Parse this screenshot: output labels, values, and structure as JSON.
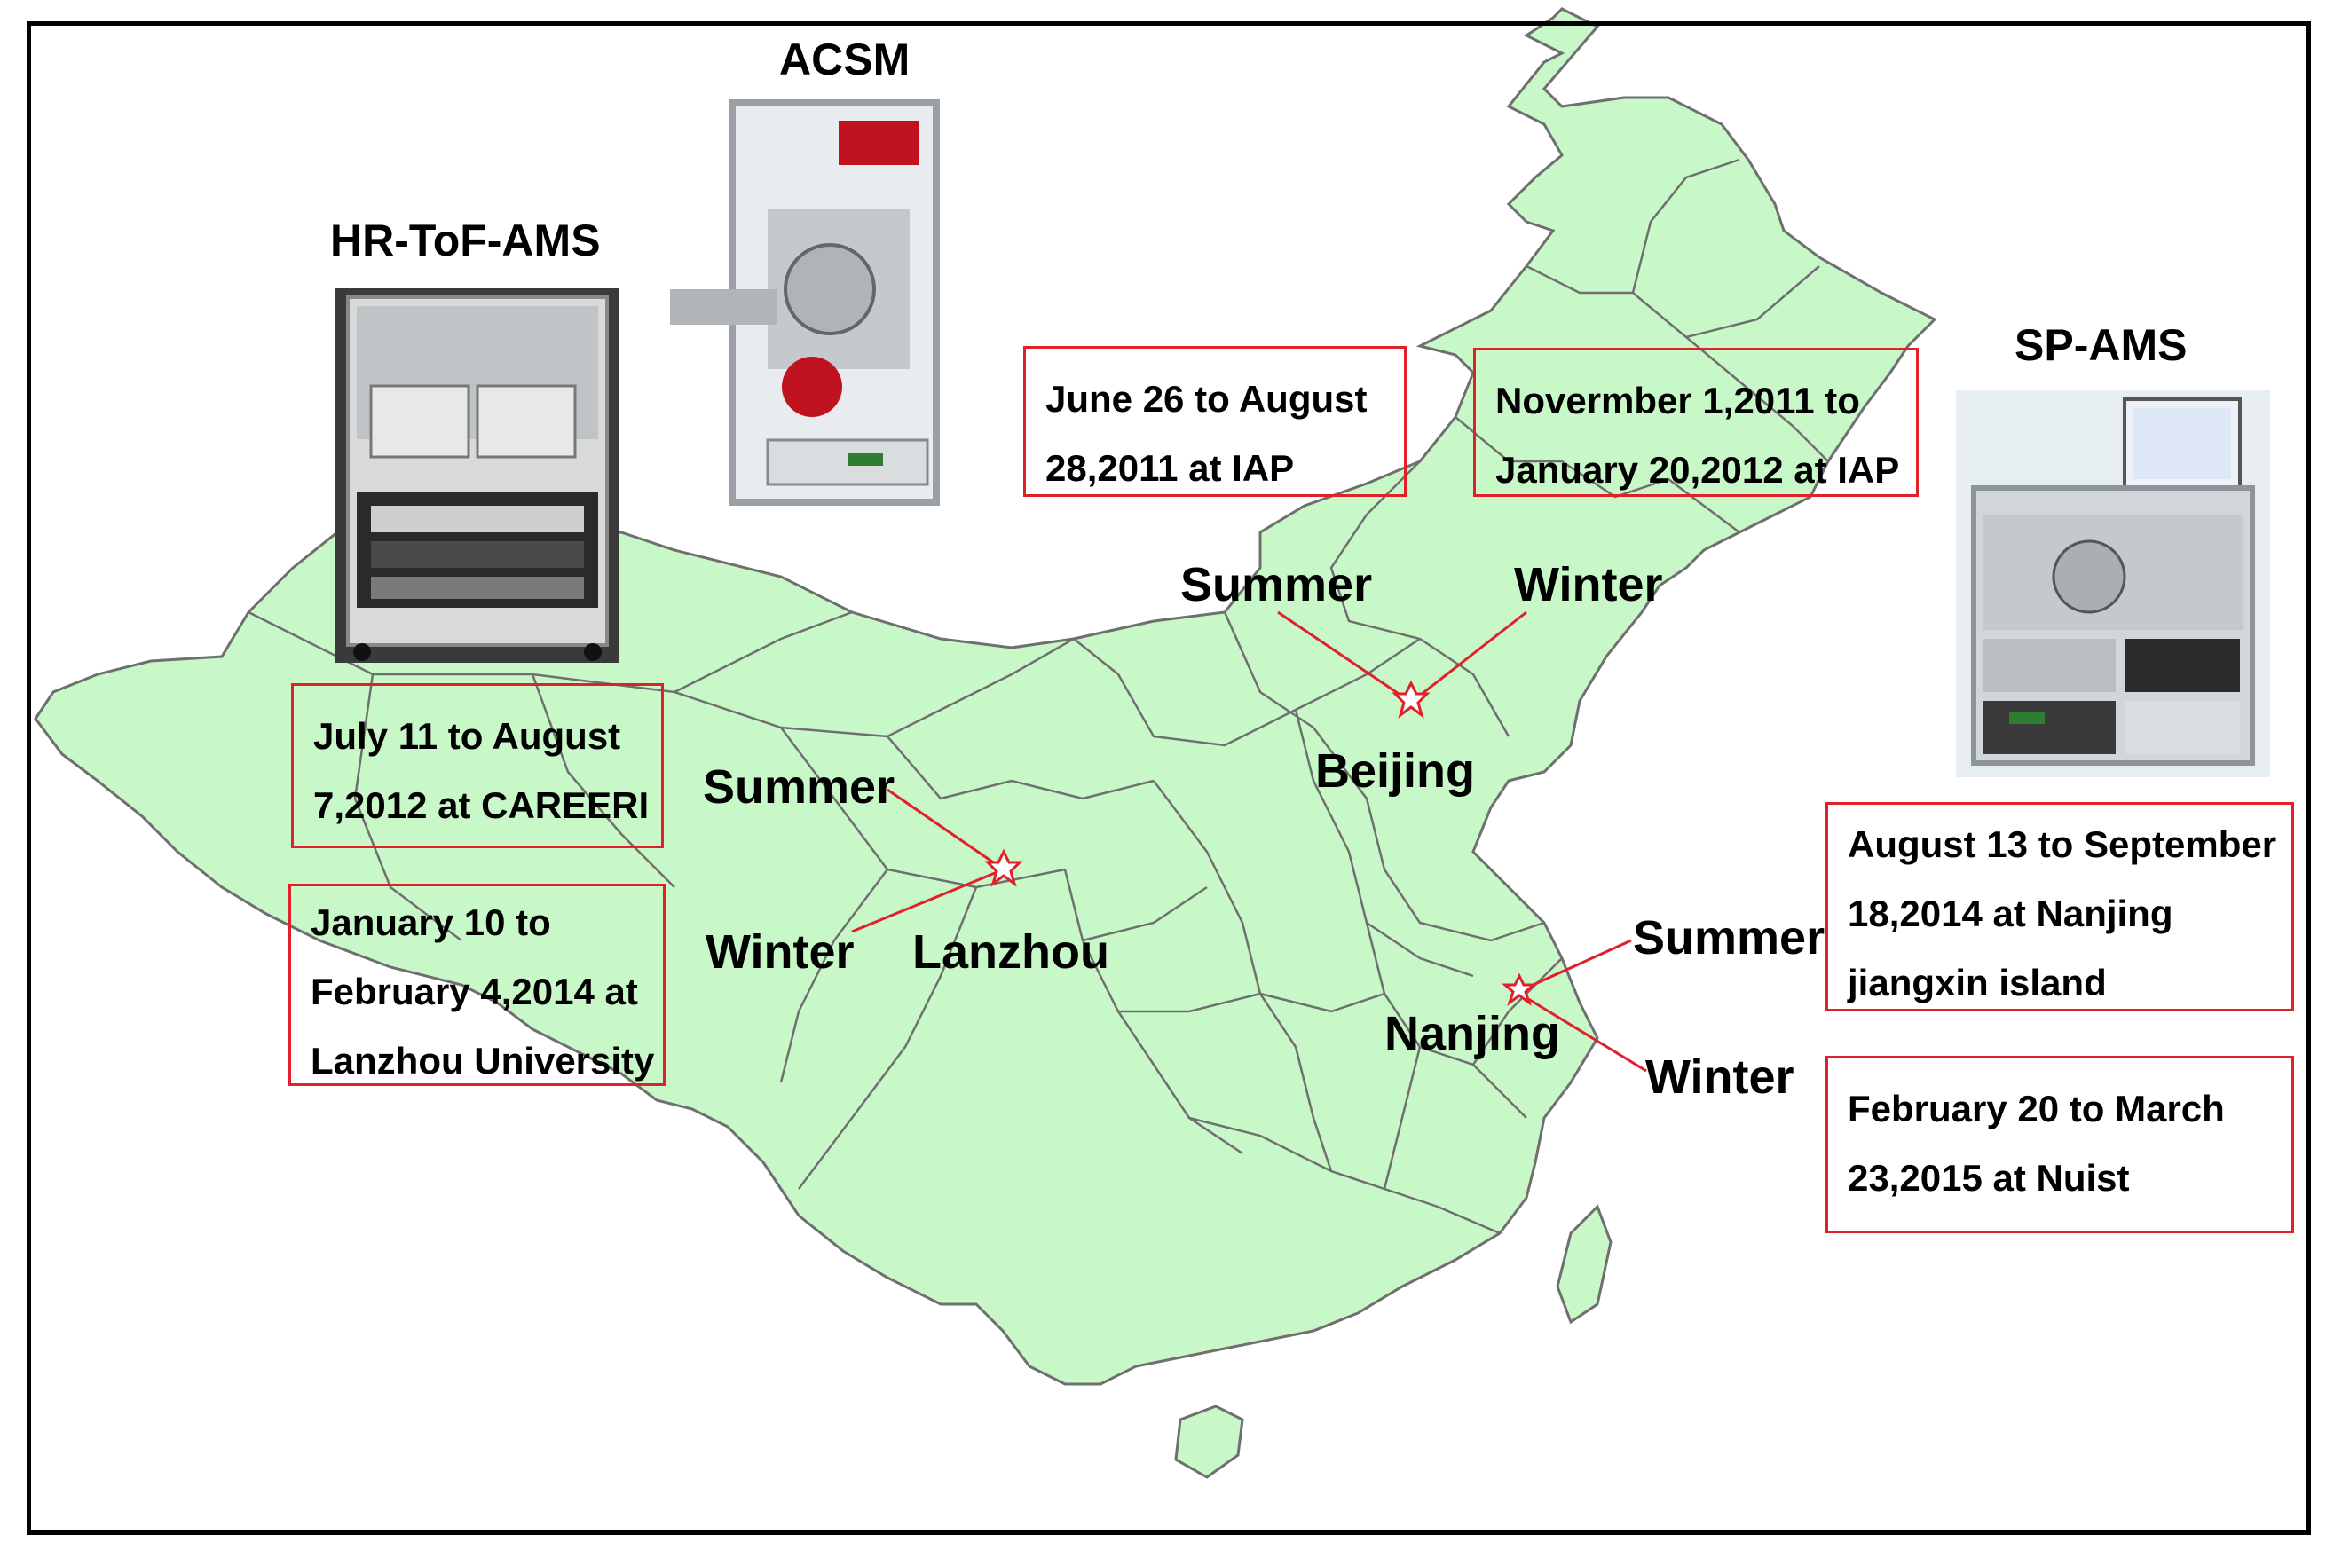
{
  "colors": {
    "land": "#c8f8c8",
    "border": "#6f6f6f",
    "callout": "#e0202a",
    "text": "#000000"
  },
  "instruments": {
    "hrtof": "HR-ToF-AMS",
    "acsm": "ACSM",
    "spams": "SP-AMS"
  },
  "cities": {
    "beijing": "Beijing",
    "lanzhou": "Lanzhou",
    "nanjing": "Nanjing"
  },
  "seasons": {
    "beijing_summer": "Summer",
    "beijing_winter": "Winter",
    "lanzhou_summer": "Summer",
    "lanzhou_winter": "Winter",
    "nanjing_summer": "Summer",
    "nanjing_winter": "Winter"
  },
  "campaigns": {
    "beijing_summer": [
      "June 26 to August",
      "28,2011 at IAP"
    ],
    "beijing_winter": [
      "Novermber 1,2011 to",
      "January 20,2012 at IAP"
    ],
    "lanzhou_summer": [
      "July 11 to August",
      "7,2012 at CAREERI"
    ],
    "lanzhou_winter": [
      "January 10 to",
      "February 4,2014 at",
      "Lanzhou University"
    ],
    "nanjing_summer": [
      "August 13 to September",
      "18,2014 at Nanjing",
      "jiangxin island"
    ],
    "nanjing_winter": [
      "February 20 to March",
      "23,2015 at Nuist"
    ]
  },
  "site_marker_icon": "star-icon"
}
